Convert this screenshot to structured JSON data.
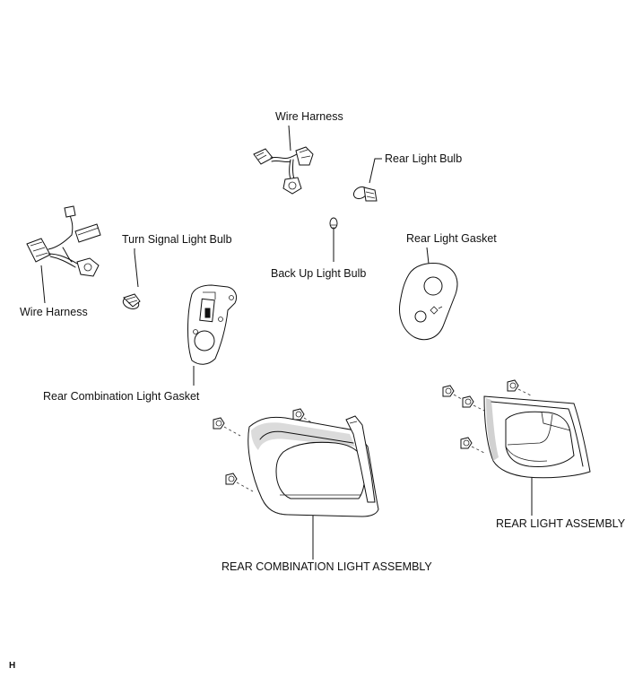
{
  "labels": {
    "wire_harness_top": "Wire Harness",
    "rear_light_bulb": "Rear Light Bulb",
    "turn_signal_light_bulb": "Turn Signal Light Bulb",
    "rear_light_gasket": "Rear Light Gasket",
    "back_up_light_bulb": "Back Up Light Bulb",
    "wire_harness_left": "Wire Harness",
    "rear_combination_light_gasket": "Rear Combination Light Gasket",
    "rear_light_assembly": "REAR LIGHT ASSEMBLY",
    "rear_combination_light_assembly": "REAR COMBINATION LIGHT ASSEMBLY",
    "corner_code": "H"
  }
}
